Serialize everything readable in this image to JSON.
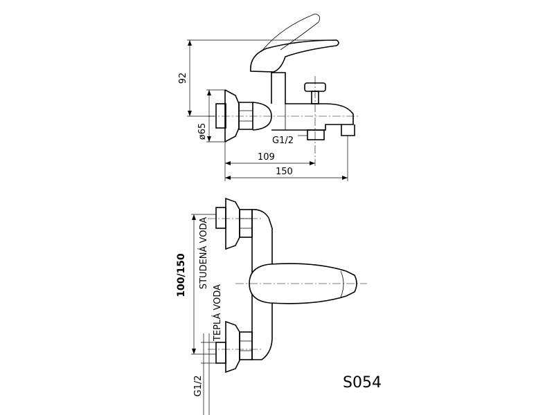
{
  "top_view": {
    "dims": {
      "height": "92",
      "diameter": "ø65",
      "thread": "G1/2",
      "spout_offset": "109",
      "total_length": "150"
    }
  },
  "front_view": {
    "spacing": "100/150",
    "cold_water": "STUDENÁ VODA",
    "hot_water": "TEPLÁ VODA",
    "thread": "G1/2"
  },
  "model_code": "S054"
}
